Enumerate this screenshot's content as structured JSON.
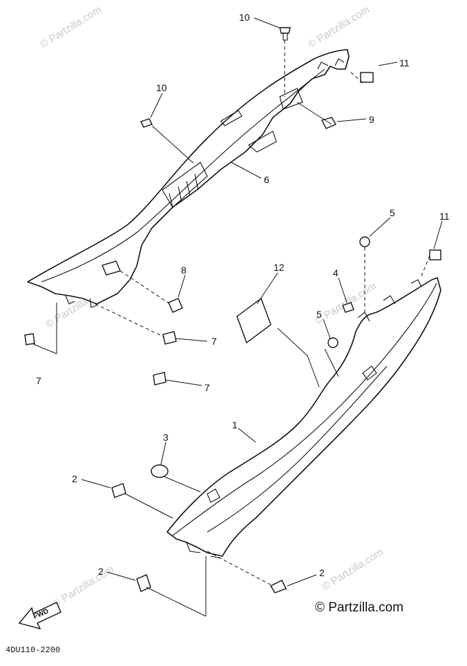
{
  "diagram": {
    "diagram_code": "4DU110-2200",
    "copyright": "© Partzilla.com",
    "watermark": "© Partzilla.com",
    "fwd_label": "FWD",
    "callouts": [
      {
        "id": "c10a",
        "label": "10"
      },
      {
        "id": "c11a",
        "label": "11"
      },
      {
        "id": "c10b",
        "label": "10"
      },
      {
        "id": "c9",
        "label": "9"
      },
      {
        "id": "c6",
        "label": "6"
      },
      {
        "id": "c5a",
        "label": "5"
      },
      {
        "id": "c11b",
        "label": "11"
      },
      {
        "id": "c8",
        "label": "8"
      },
      {
        "id": "c12",
        "label": "12"
      },
      {
        "id": "c4",
        "label": "4"
      },
      {
        "id": "c5b",
        "label": "5"
      },
      {
        "id": "c7a",
        "label": "7"
      },
      {
        "id": "c7b",
        "label": "7"
      },
      {
        "id": "c7c",
        "label": "7"
      },
      {
        "id": "c1",
        "label": "1"
      },
      {
        "id": "c3",
        "label": "3"
      },
      {
        "id": "c2a",
        "label": "2"
      },
      {
        "id": "c2b",
        "label": "2"
      },
      {
        "id": "c2c",
        "label": "2"
      }
    ]
  }
}
